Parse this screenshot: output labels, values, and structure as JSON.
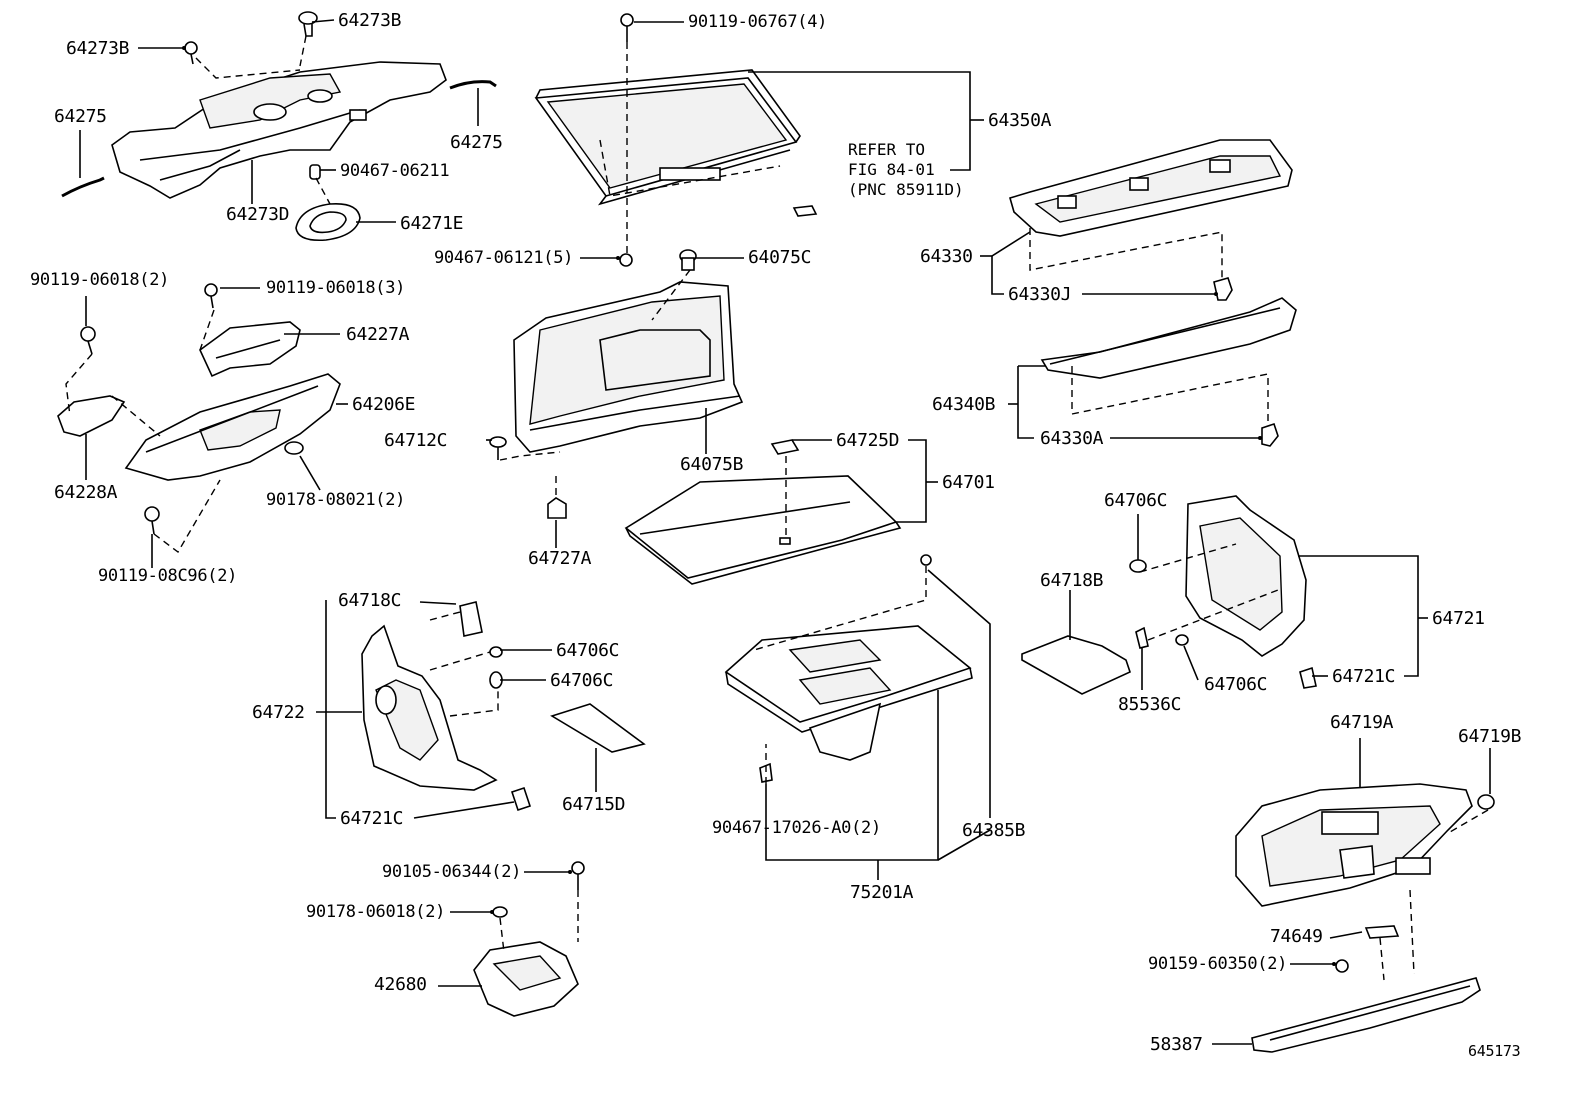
{
  "labels": {
    "l64273B_a": "64273B",
    "l64273B_b": "64273B",
    "l64275_a": "64275",
    "l64275_b": "64275",
    "l64273D": "64273D",
    "l90467_06211": "90467-06211",
    "l64271E": "64271E",
    "l90119_06767": "90119-06767(4)",
    "l64350A": "64350A",
    "l90467_06121": "90467-06121(5)",
    "l64075C": "64075C",
    "l64330": "64330",
    "l64330J": "64330J",
    "l90119_06018_2": "90119-06018(2)",
    "l90119_06018_3": "90119-06018(3)",
    "l64227A": "64227A",
    "l64206E": "64206E",
    "l64228A": "64228A",
    "l90178_08021": "90178-08021(2)",
    "l90119_08C96": "90119-08C96(2)",
    "l64712C": "64712C",
    "l64075B": "64075B",
    "l64727A": "64727A",
    "l64725D": "64725D",
    "l64701": "64701",
    "l64340B": "64340B",
    "l64330A": "64330A",
    "l64706C_a": "64706C",
    "l64721": "64721",
    "l64718B": "64718B",
    "l85536C": "85536C",
    "l64706C_b": "64706C",
    "l64721C_a": "64721C",
    "l64718C": "64718C",
    "l64706C_c": "64706C",
    "l64706C_d": "64706C",
    "l64722": "64722",
    "l64715D": "64715D",
    "l64721C_b": "64721C",
    "l90467_17026": "90467-17026-A0(2)",
    "l64385B": "64385B",
    "l75201A": "75201A",
    "l64719A": "64719A",
    "l64719B": "64719B",
    "l90105_06344": "90105-06344(2)",
    "l90178_06018": "90178-06018(2)",
    "l42680": "42680",
    "l74649": "74649",
    "l90159_60350": "90159-60350(2)",
    "l58387": "58387",
    "figure_no": "645173"
  },
  "refer_note": "REFER TO\nFIG 84-01\n(PNC 85911D)"
}
